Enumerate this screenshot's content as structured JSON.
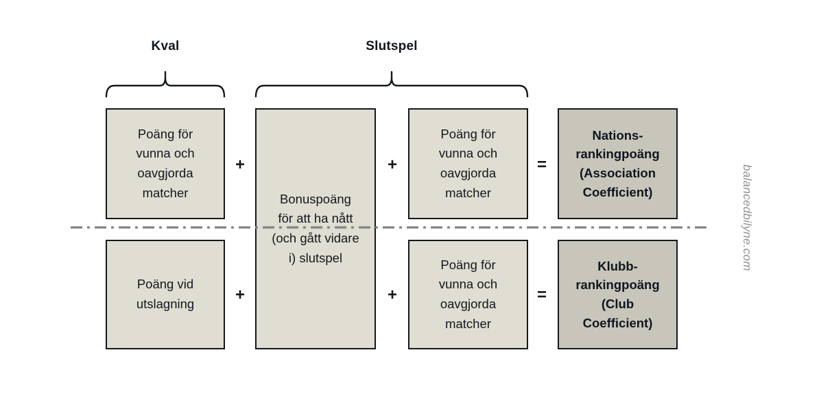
{
  "diagram": {
    "title_groups": {
      "qualification": "Kval",
      "final_stage": "Slutspel"
    },
    "boxes": {
      "qual_top": "Poäng för\nvunna och\noavgjorda\nmatcher",
      "qual_bottom": "Poäng vid\nutslagning",
      "bonus": "Bonuspoäng\nför att ha nått\n(och gått vidare\ni) slutspel",
      "ko_top": "Poäng för\nvunna och\noavgjorda\nmatcher",
      "ko_bottom": "Poäng för\nvunna och\noavgjorda\nmatcher",
      "result_top": "Nations-\nrankingpoäng\n(Association\nCoefficient)",
      "result_bottom": "Klubb-\nrankingpoäng\n(Club\nCoefficient)"
    },
    "operators": {
      "plus": "+",
      "equals": "="
    },
    "watermark": "balancedbilyne.com",
    "colors": {
      "box_fill": "#E0DDD2",
      "result_fill": "#C8C6BA",
      "border": "#14181D",
      "divider": "#808487",
      "watermark_text": "#8F9396"
    }
  }
}
